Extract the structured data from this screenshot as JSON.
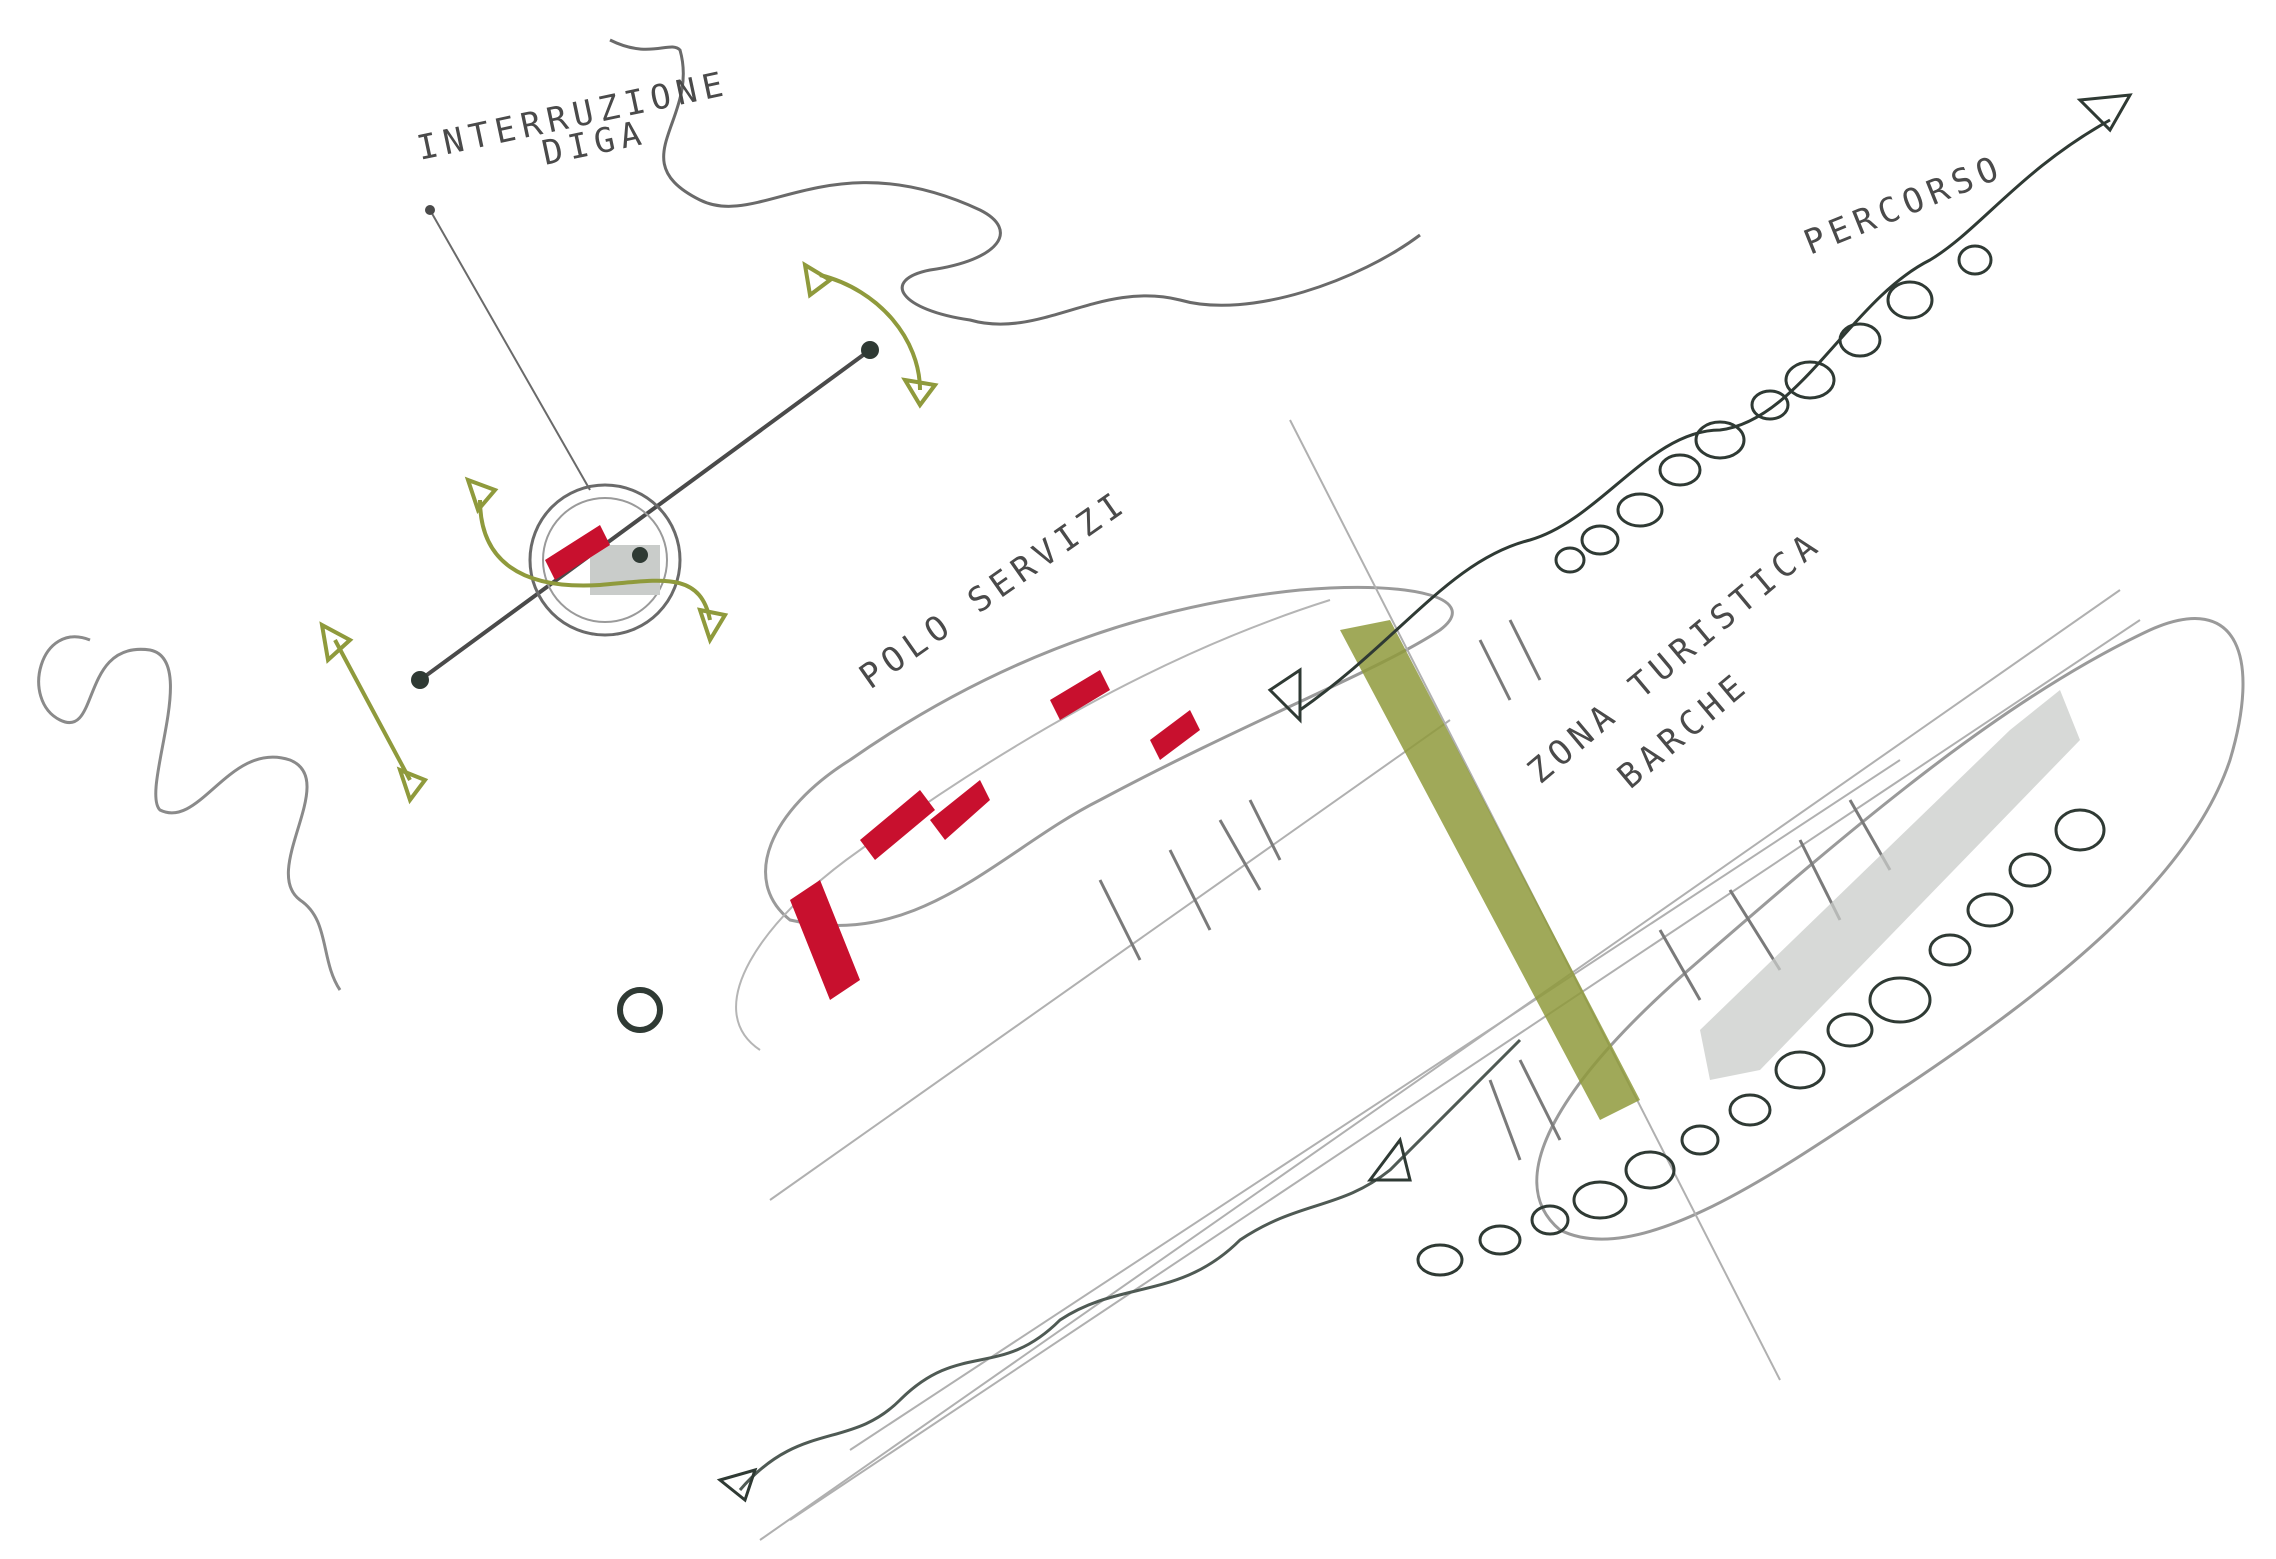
{
  "labels": {
    "dam_interruption_line1": "INTERRUZIONE",
    "dam_interruption_line2": "DIGA",
    "path": "PERCORSO",
    "services_hub": "POLO SERVIZI",
    "tourist_zone_line1": "ZONA TURISTICA",
    "tourist_zone_line2": "BARCHE"
  },
  "colors": {
    "pencil": "#8a8a8a",
    "ink": "#2f3a34",
    "red_marker": "#c8102e",
    "olive_marker": "#8f9a3c",
    "grey_wash": "#c9ccca"
  }
}
